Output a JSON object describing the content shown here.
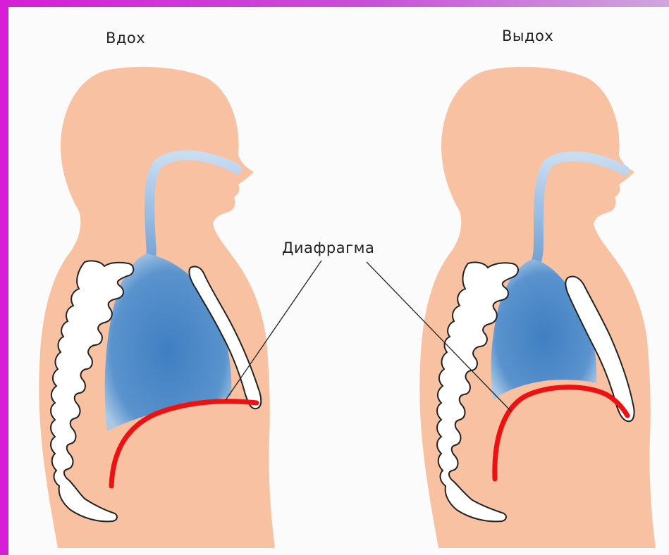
{
  "labels": {
    "inhale": "Вдох",
    "exhale": "Выдох",
    "diaphragm": "Диафрагма"
  },
  "colors": {
    "frame": "#d51ed6",
    "skin": "#f8c2a2",
    "lung": "#4a86c5",
    "airway": "#8fb8de",
    "bone": "#ffffff",
    "outline": "#222222",
    "diaphragm": "#ee1111"
  }
}
